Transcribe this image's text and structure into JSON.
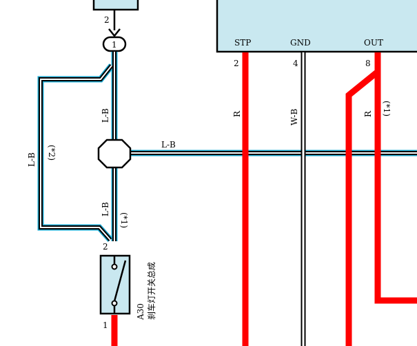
{
  "colors": {
    "component_fill": "#c9e8f0",
    "wire_red": "#ff0000",
    "wire_lb_outer": "#1aa7cf",
    "wire_lb_inner": "#000000",
    "wire_lb_stripe": "#ffffff",
    "wire_wb": "#000000"
  },
  "top_connector": {
    "pin": "2"
  },
  "inline_connector": {
    "label": "1"
  },
  "ecu": {
    "terminals": {
      "stp": "STP",
      "gnd": "GND",
      "out": "OUT"
    },
    "pins": {
      "stp": "2",
      "gnd": "4",
      "out": "8"
    }
  },
  "wires": {
    "lb_upper": "L-B",
    "lb_lower": "L-B",
    "lb_horizontal": "L-B",
    "lb_left": "L-B",
    "note_left": "(*2)",
    "note_lower": "(*1)",
    "stp_wire": "R",
    "gnd_wire": "W-B",
    "out_wire": "R",
    "out_note": "(*1)"
  },
  "switch": {
    "pin_top": "2",
    "pin_bottom": "1",
    "code": "A30",
    "name": "刹车灯开关总成"
  }
}
